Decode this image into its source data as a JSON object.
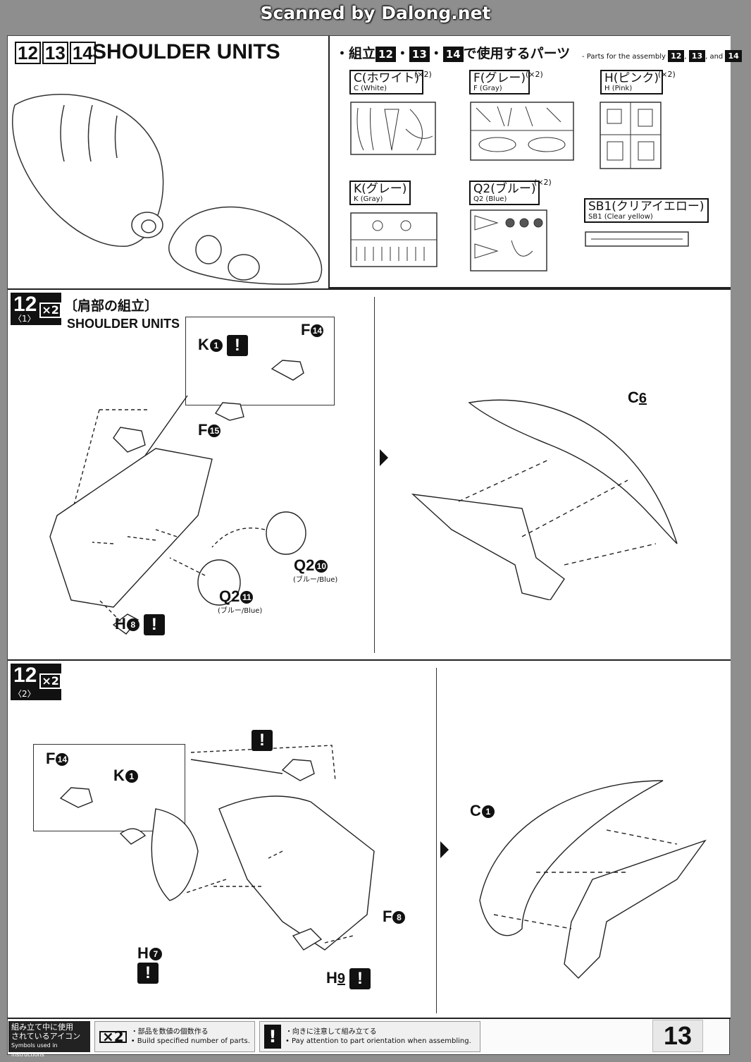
{
  "banner": "Scanned by Dalong.net",
  "header": {
    "step_numbers": [
      "12",
      "13",
      "14"
    ],
    "title": "SHOULDER UNITS"
  },
  "parts_used": {
    "title_prefix": "・組立",
    "title_n1": "12",
    "title_sep1": "・",
    "title_n2": "13",
    "title_sep2": "・",
    "title_n3": "14",
    "title_suffix": "で使用するパーツ",
    "subtitle_prefix": "- Parts for the assembly",
    "subtitle_n1": "12",
    "subtitle_comma": ",",
    "subtitle_n2": "13",
    "subtitle_and": ", and",
    "subtitle_n3": "14",
    "runners": [
      {
        "jp": "C(ホワイト)",
        "en": "C (White)",
        "mult": "(×2)"
      },
      {
        "jp": "F(グレー)",
        "en": "F (Gray)",
        "mult": "(×2)"
      },
      {
        "jp": "H(ピンク)",
        "en": "H (Pink)",
        "mult": "(×2)"
      },
      {
        "jp": "K(グレー)",
        "en": "K (Gray)",
        "mult": ""
      },
      {
        "jp": "Q2(ブルー)",
        "en": "Q2 (Blue)",
        "mult": "(×2)"
      },
      {
        "jp": "SB1(クリアイエロー)",
        "en": "SB1 (Clear yellow)",
        "mult": ""
      }
    ]
  },
  "step1": {
    "number": "12",
    "mult": "×2",
    "sub": "〈1〉",
    "jp_title": "〔肩部の組立〕",
    "en_title": "SHOULDER UNITS",
    "labels": {
      "k1_letter": "K",
      "k1_num": "1",
      "f14_letter": "F",
      "f14_num": "14",
      "f15_letter": "F",
      "f15_num": "15",
      "q2_10_letter": "Q2",
      "q2_10_num": "10",
      "q2_10_sub": "(ブルー/Blue)",
      "q2_11_letter": "Q2",
      "q2_11_num": "11",
      "q2_11_sub": "(ブルー/Blue)",
      "h8_letter": "H",
      "h8_num": "8",
      "c6_letter": "C",
      "c6_num": "6"
    }
  },
  "step2": {
    "number": "12",
    "mult": "×2",
    "sub": "〈2〉",
    "labels": {
      "f14_letter": "F",
      "f14_num": "14",
      "k1_letter": "K",
      "k1_num": "1",
      "h7_letter": "H",
      "h7_num": "7",
      "f8_letter": "F",
      "f8_num": "8",
      "h9_letter": "H",
      "h9_num": "9",
      "c1_letter": "C",
      "c1_num": "1"
    }
  },
  "footer": {
    "legend_jp1": "組み立て中に使用",
    "legend_jp2": "されているアイコン",
    "legend_en": "Symbols used in instructions",
    "icon_x2": "×2",
    "x2_jp": "・部品を数値の個数作る",
    "x2_en": "• Build specified number of parts.",
    "icon_bang": "!",
    "bang_jp": "・向きに注意して組み立てる",
    "bang_en": "• Pay attention to part orientation when assembling."
  },
  "page_number": "13"
}
